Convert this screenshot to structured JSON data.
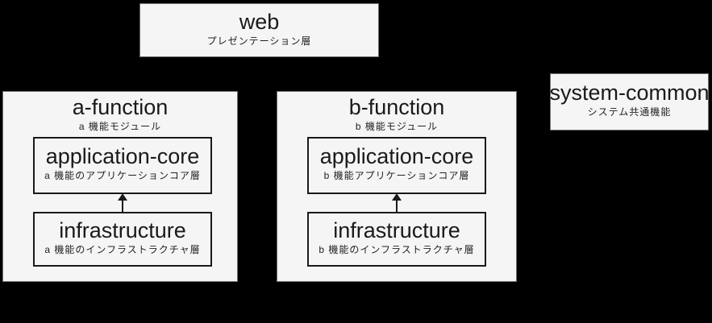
{
  "diagram": {
    "colors": {
      "background": "#000000",
      "node_fill": "#f5f5f5",
      "outer_border": "#6e6e6e",
      "inner_border": "#1a1a1a",
      "arrow": "#1a1a1a",
      "text": "#1a1a1a"
    },
    "web": {
      "title": "web",
      "subtitle": "プレゼンテーション層"
    },
    "a_function": {
      "title": "a-function",
      "subtitle": "a 機能モジュール",
      "application_core": {
        "title": "application-core",
        "subtitle": "a 機能のアプリケーションコア層"
      },
      "infrastructure": {
        "title": "infrastructure",
        "subtitle": "a 機能のインフラストラクチャ層"
      }
    },
    "b_function": {
      "title": "b-function",
      "subtitle": "b 機能モジュール",
      "application_core": {
        "title": "application-core",
        "subtitle": "b 機能アプリケーションコア層"
      },
      "infrastructure": {
        "title": "infrastructure",
        "subtitle": "b 機能のインフラストラクチャ層"
      }
    },
    "system_common": {
      "title": "system-common",
      "subtitle": "システム共通機能"
    }
  }
}
